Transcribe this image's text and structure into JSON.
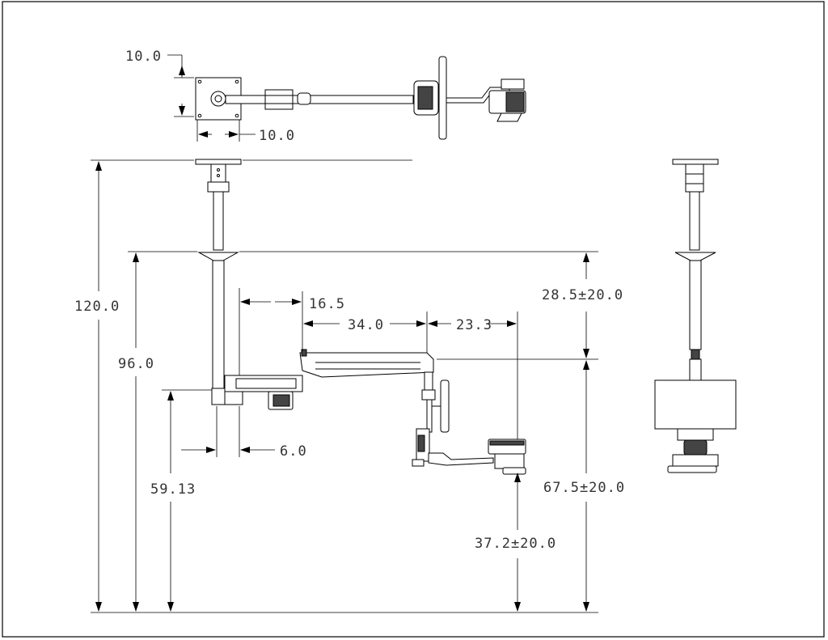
{
  "dimensions": {
    "top_plate_w": "10.0",
    "top_plate_h": "10.0",
    "total_height": "120.0",
    "ceiling_to_flange": "96.0",
    "arm_height": "59.13",
    "arm_offset_1": "16.5",
    "arm_offset_2": "6.0",
    "arm_reach_1": "34.0",
    "arm_reach_2": "23.3",
    "upper_range": "28.5±20.0",
    "lower_range": "67.5±20.0",
    "camera_range": "37.2±20.0"
  }
}
